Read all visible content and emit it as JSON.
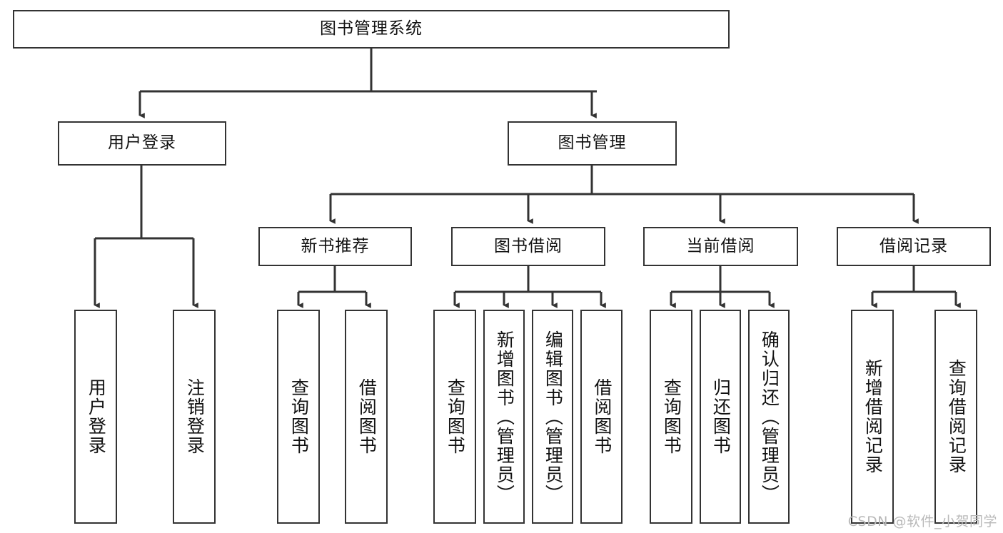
{
  "diagram": {
    "title": "图书管理系统",
    "type": "tree",
    "root": {
      "label": "图书管理系统"
    },
    "level2": [
      {
        "label": "用户登录"
      },
      {
        "label": "图书管理"
      }
    ],
    "level3": [
      {
        "label": "新书推荐"
      },
      {
        "label": "图书借阅"
      },
      {
        "label": "当前借阅"
      },
      {
        "label": "借阅记录"
      }
    ],
    "leaves": {
      "user_login": [
        {
          "label": "用户登录"
        },
        {
          "label": "注销登录"
        }
      ],
      "new_book_recommend": [
        {
          "label": "查询图书"
        },
        {
          "label": "借阅图书"
        }
      ],
      "book_borrow": [
        {
          "label": "查询图书"
        },
        {
          "label": "新增图书（管理员）"
        },
        {
          "label": "编辑图书（管理员）"
        },
        {
          "label": "借阅图书"
        }
      ],
      "current_borrow": [
        {
          "label": "查询图书"
        },
        {
          "label": "归还图书"
        },
        {
          "label": "确认归还（管理员）"
        }
      ],
      "borrow_record": [
        {
          "label": "新增借阅记录"
        },
        {
          "label": "查询借阅记录"
        }
      ]
    }
  },
  "watermark": {
    "text": "CSDN @软件_小贺同学"
  },
  "colors": {
    "stroke": "#333333",
    "fill": "#ffffff",
    "text": "#111111",
    "watermark": "#b9b9b9"
  }
}
